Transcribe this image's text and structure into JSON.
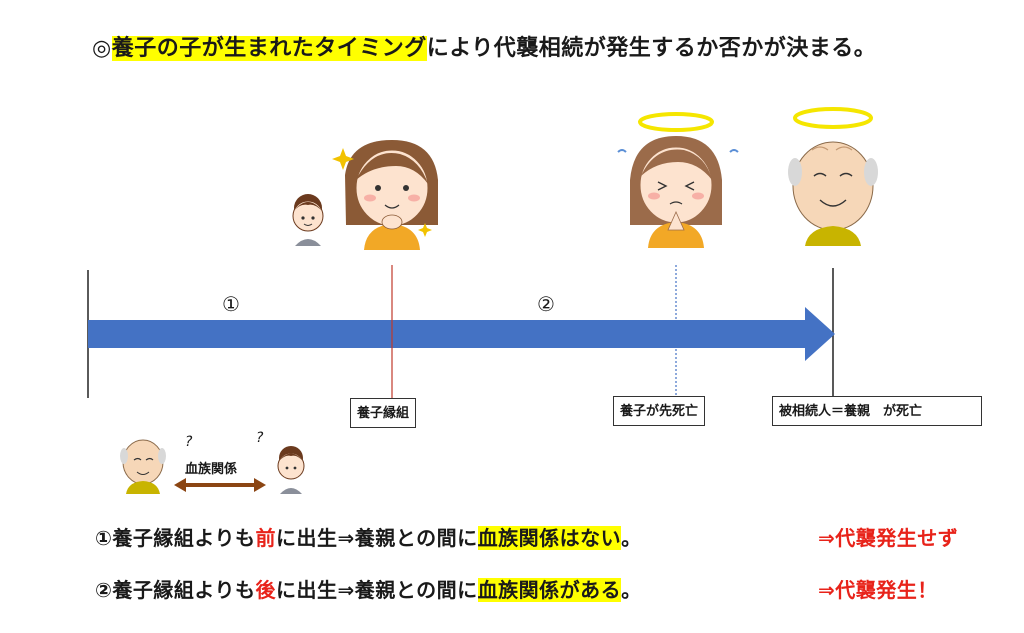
{
  "title": {
    "prefix": "◎",
    "highlight": "養子の子が生まれたタイミング",
    "rest": "により代襲相続が発生するか否かが決まる。"
  },
  "timeline": {
    "period_1": "①",
    "period_2": "②",
    "event_adoption": "養子縁組",
    "event_adoptee_death": "養子が先死亡",
    "event_decedent_death": "被相続人＝養親　が死亡"
  },
  "relation": {
    "label": "血族関係",
    "question_left": "?",
    "question_right": "?"
  },
  "statement_1": {
    "part1": "①養子縁組よりも",
    "emph": "前",
    "part2": "に出生⇒養親との間に",
    "highlight": "血族関係はない",
    "part3": "。",
    "result": "⇒代襲発生せず"
  },
  "statement_2": {
    "part1": "②養子縁組よりも",
    "emph": "後",
    "part2": "に出生⇒養親との間に",
    "highlight": "血族関係がある",
    "part3": "。",
    "result": "⇒代襲発生！"
  },
  "colors": {
    "arrow": "#4472c4",
    "highlight": "#ffff00",
    "emphasis": "#e8231a",
    "relation_arrow": "#8b4513"
  }
}
